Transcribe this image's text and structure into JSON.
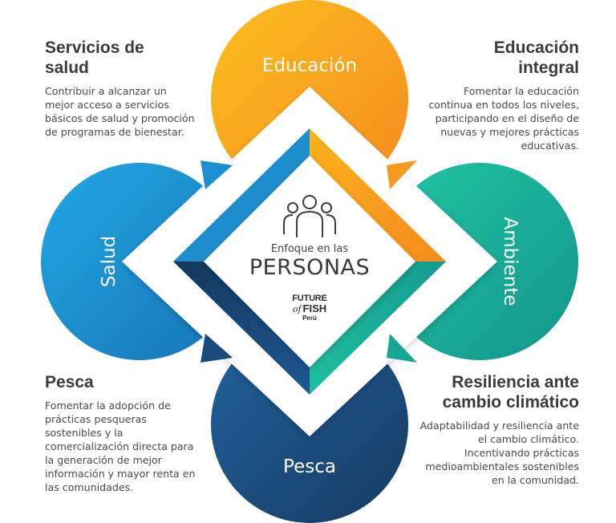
{
  "center": {
    "subtitle": "Enfoque en las",
    "title": "PERSONAS",
    "icon": "people-group-icon"
  },
  "logo": {
    "line1": "FUTURE",
    "line2_prefix": "of",
    "line2": "FISH",
    "line3": "Perú"
  },
  "petals": {
    "top": {
      "label": "Educación",
      "color": "#f7a21a"
    },
    "right": {
      "label": "Ambiente",
      "color": "#1ab497"
    },
    "bottom": {
      "label": "Pesca",
      "color": "#1f4d80"
    },
    "left": {
      "label": "Salud",
      "color": "#1a9bd7"
    }
  },
  "blocks": {
    "top_left": {
      "heading_l1": "Servicios de",
      "heading_l2": "salud",
      "lines": [
        "Contribuir a alcanzar un",
        "mejor acceso a servicios",
        "básicos de salud y promoción",
        "de programas de bienestar."
      ]
    },
    "top_right": {
      "heading_l1": "Educación",
      "heading_l2": "integral",
      "lines": [
        "Fomentar la educación",
        "continua en todos los niveles,",
        "participando en el diseño de",
        "nuevas y mejores prácticas",
        "educativas."
      ]
    },
    "bottom_left": {
      "heading_l1": "Pesca",
      "heading_l2": "",
      "lines": [
        "Fomentar la adopción de",
        "prácticas pesqueras",
        "sostenibles y la",
        "comercialización directa para",
        "la generación de mejor",
        "información y mayor renta en",
        "las comunidades."
      ]
    },
    "bottom_right": {
      "heading_l1": "Resiliencia ante",
      "heading_l2": "cambio climático",
      "lines": [
        "Adaptabilidad y resiliencia ante",
        "el cambio climático.",
        "Incentivando prácticas",
        "medioambientales sostenibles",
        "en la comunidad."
      ]
    }
  }
}
